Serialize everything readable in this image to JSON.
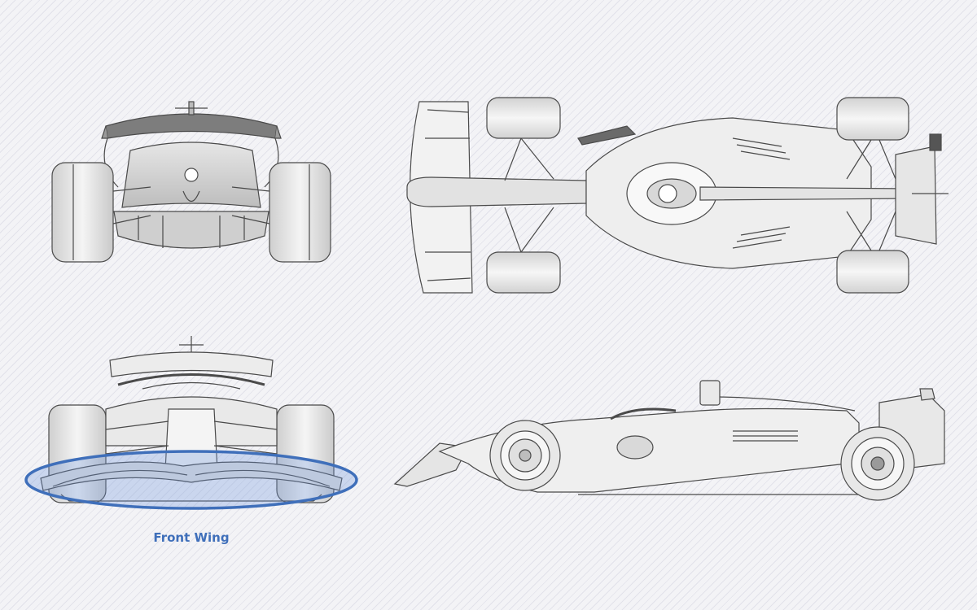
{
  "views": [
    "rear-view",
    "top-view",
    "front-view",
    "side-view"
  ],
  "highlight": {
    "label": "Front Wing",
    "color": "#3f6fba",
    "fill": "rgba(110,150,220,0.30)"
  },
  "drawing": {
    "line_color": "#4a4a4a",
    "body_fill": "#f2f2f2",
    "shade_fill": "#d6d6d6",
    "tire_fill": "#e9e9e9"
  }
}
